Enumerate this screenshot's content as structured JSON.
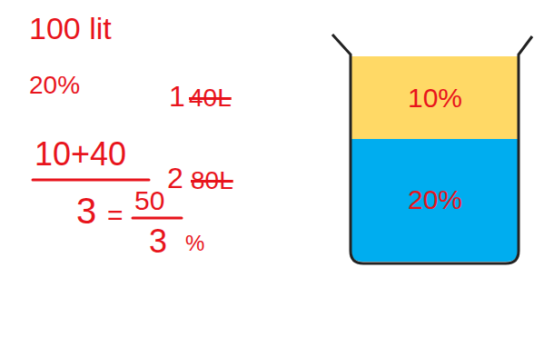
{
  "diagram": {
    "nodes": [
      {
        "text": [
          "10%"
        ]
      },
      {
        "text": [
          "20%"
        ]
      }
    ],
    "labels": [
      "100 lit",
      "20%",
      "1",
      "40L",
      "2",
      "80L",
      "10+40",
      "3",
      "=",
      "50",
      "3",
      "%"
    ]
  }
}
